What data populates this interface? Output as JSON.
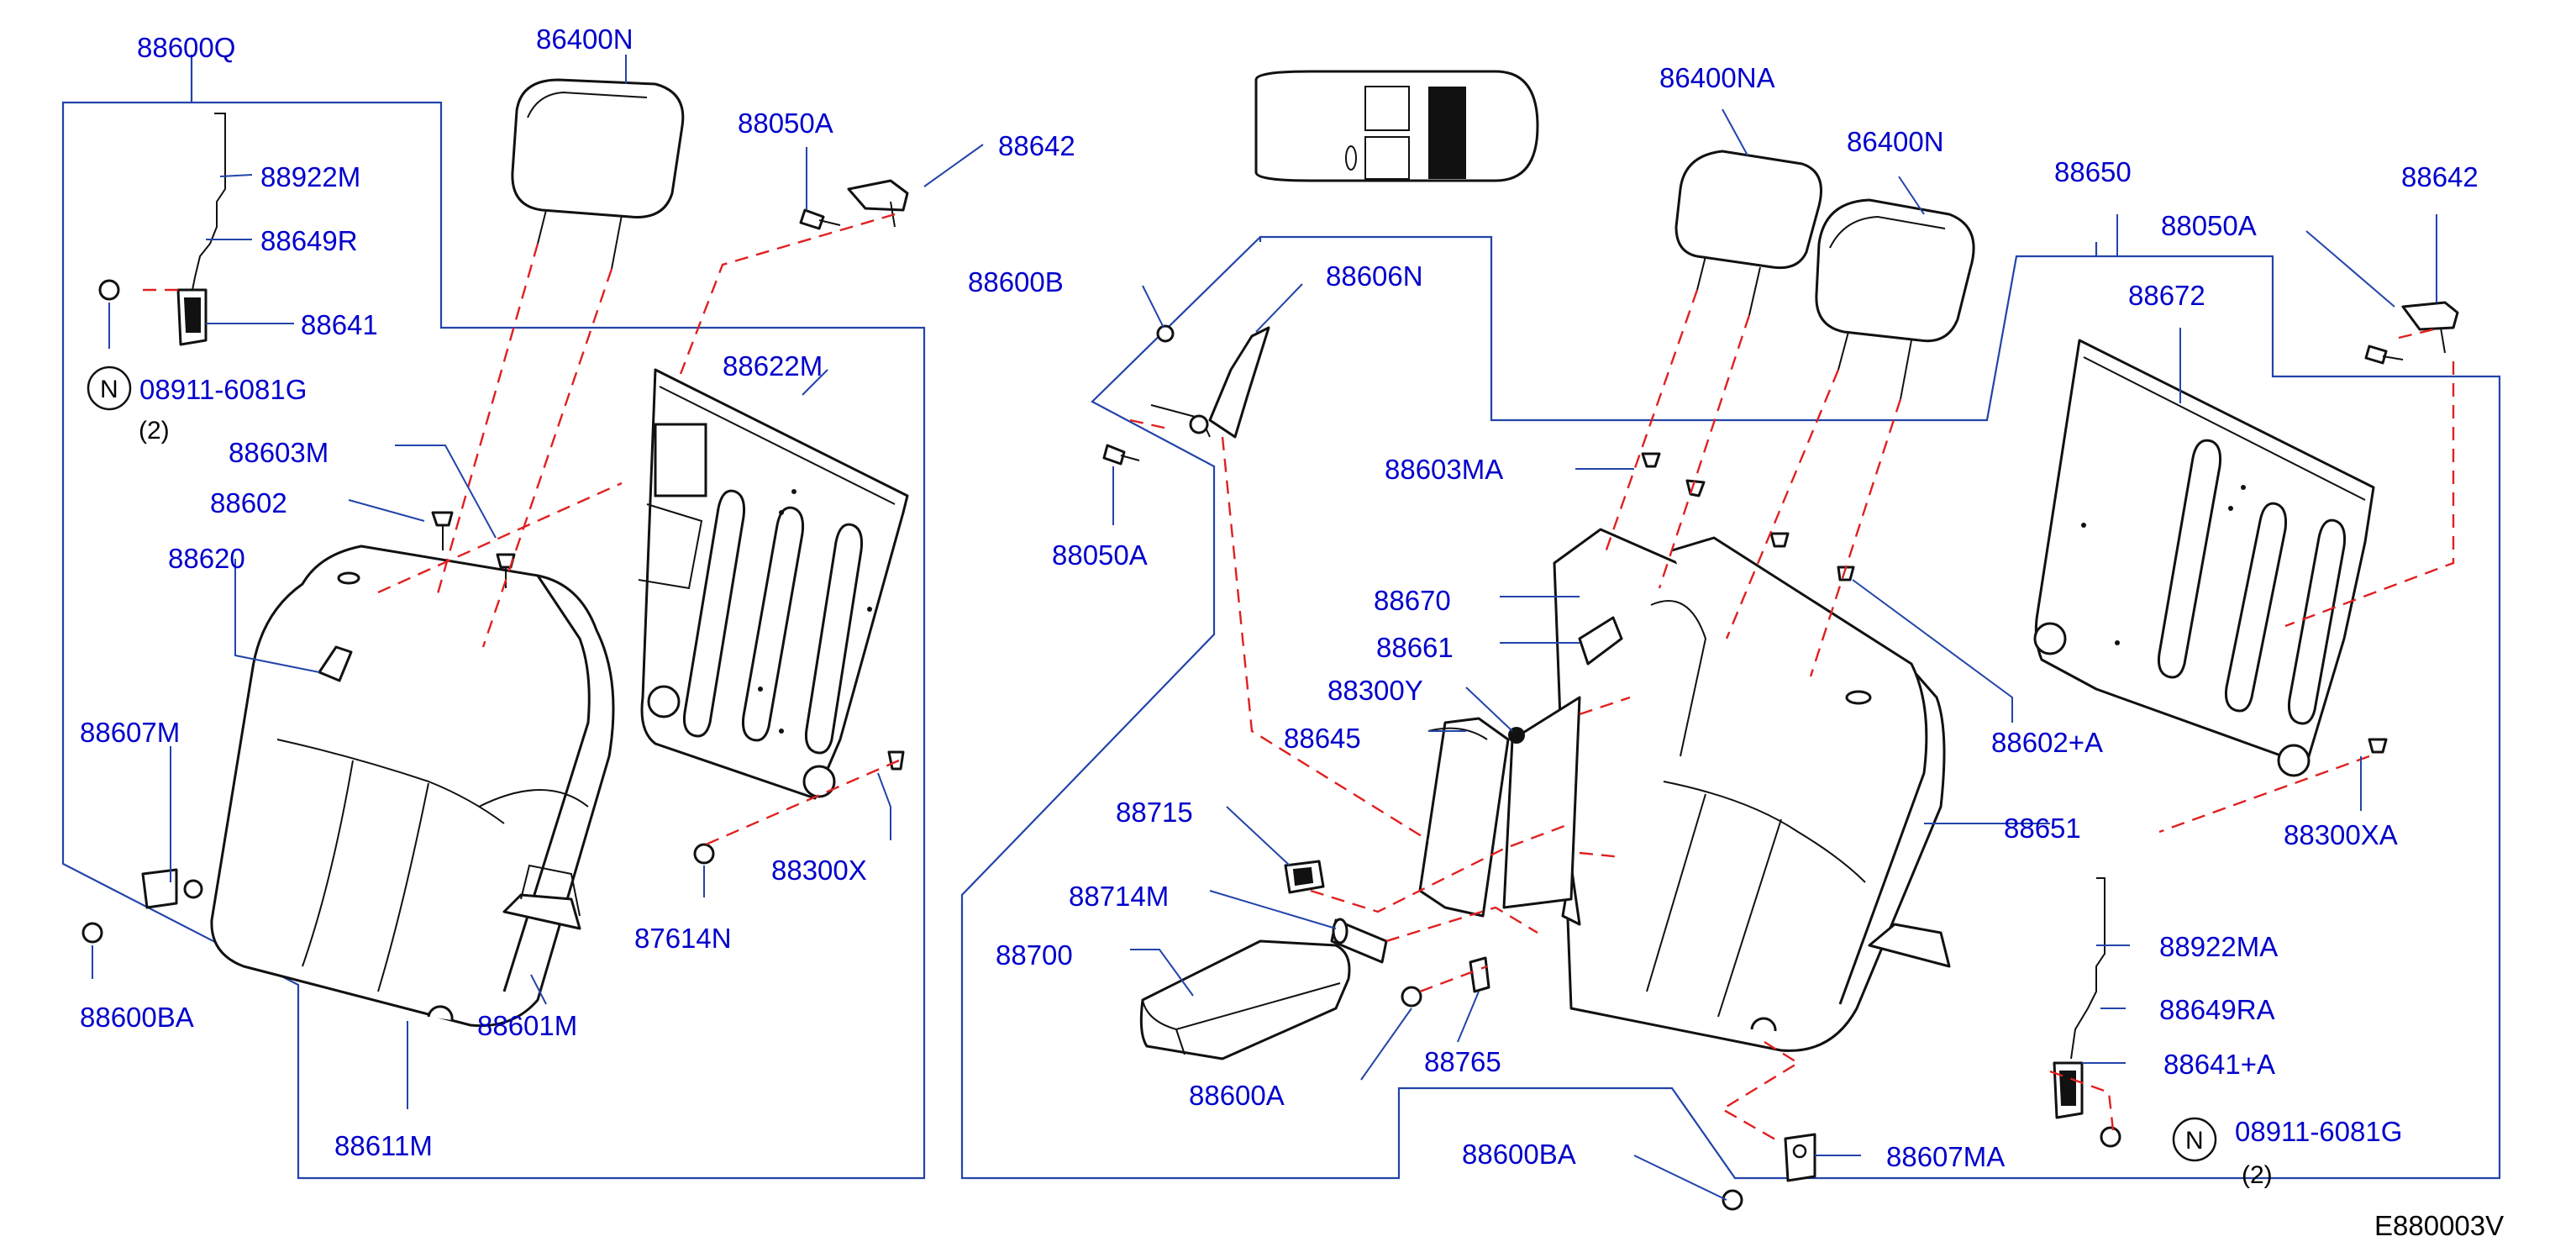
{
  "diagram_code": "E880003V",
  "labels": {
    "l88600Q": "88600Q",
    "l86400N_left": "86400N",
    "l88050A_top": "88050A",
    "l88642_left": "88642",
    "l88922M": "88922M",
    "l88649R": "88649R",
    "l88641": "88641",
    "lN_left": "N",
    "l08911_left": "08911-6081G",
    "lqty_left": "(2)",
    "l88622M": "88622M",
    "l88603M": "88603M",
    "l88602": "88602",
    "l88620": "88620",
    "l88607M": "88607M",
    "l88300X": "88300X",
    "l87614N": "87614N",
    "l88600BA_left": "88600BA",
    "l88601M": "88601M",
    "l88611M": "88611M",
    "l88600B": "88600B",
    "l88606N": "88606N",
    "l88050A_mid": "88050A",
    "l86400NA": "86400NA",
    "l86400N_right": "86400N",
    "l88650": "88650",
    "l88050A_right": "88050A",
    "l88642_right": "88642",
    "l88672": "88672",
    "l88603MA": "88603MA",
    "l88670": "88670",
    "l88661": "88661",
    "l88300Y": "88300Y",
    "l88645": "88645",
    "l88715": "88715",
    "l88714M": "88714M",
    "l88700": "88700",
    "l88600A": "88600A",
    "l88765": "88765",
    "l88602A": "88602+A",
    "l88651": "88651",
    "l88300XA": "88300XA",
    "l88922MA": "88922MA",
    "l88649RA": "88649RA",
    "l88641A": "88641+A",
    "lN_right": "N",
    "l08911_right": "08911-6081G",
    "lqty_right": "(2)",
    "l88600BA_right": "88600BA",
    "l88607MA": "88607MA"
  },
  "colors": {
    "label_text": "#0000cc",
    "leader_line": "#2244aa",
    "dashed_line": "#e02020",
    "part_outline": "#111111"
  }
}
